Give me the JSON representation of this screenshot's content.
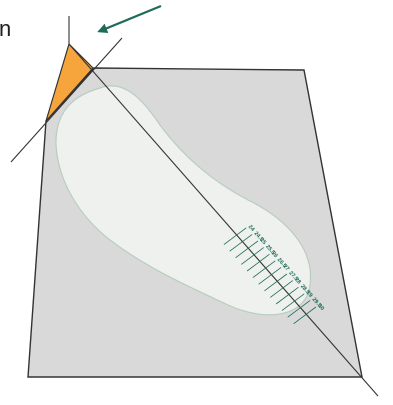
{
  "cropped_text": {
    "edge_letter": "n"
  },
  "colors": {
    "sheet_fill": "#d9d9d9",
    "sheet_stroke": "#333333",
    "footprint_fill": "#eef1ee",
    "footprint_stroke": "#b9cdbf",
    "triangle_fill": "#f5a53c",
    "triangle_stroke": "#333333",
    "guide_line": "#333333",
    "arrow": "#1f6b5a",
    "scale": "#1f6b5a"
  },
  "scale_labels": [
    "24",
    "24.5",
    "25",
    "25.5",
    "26",
    "26.5",
    "27",
    "27.5",
    "28",
    "28.5",
    "29",
    "29.5",
    "30"
  ]
}
